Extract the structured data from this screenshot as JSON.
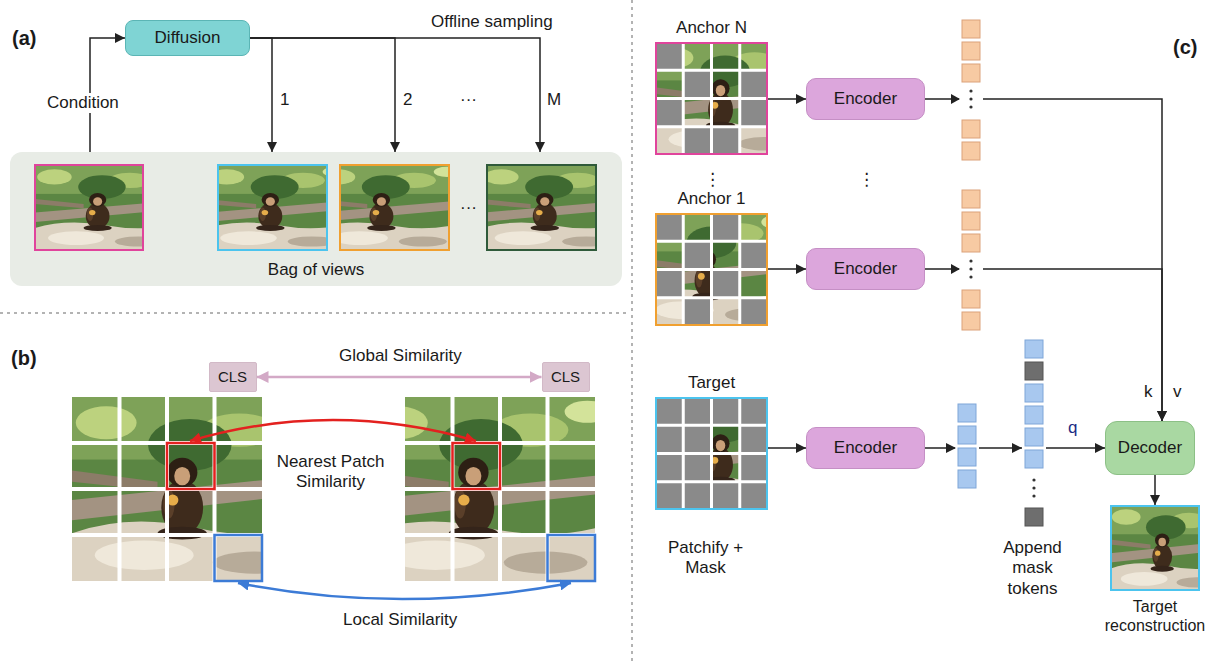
{
  "diagram": {
    "nodes": [
      {
        "text": [
          "Diffusion"
        ]
      },
      {
        "text": [
          "Bag of views"
        ]
      },
      {
        "text": [
          "CLS"
        ]
      },
      {
        "text": [
          "CLS"
        ]
      },
      {
        "text": [
          "Anchor N"
        ]
      },
      {
        "text": [
          "Encoder"
        ]
      },
      {
        "text": [
          "Anchor 1"
        ]
      },
      {
        "text": [
          "Encoder"
        ]
      },
      {
        "text": [
          "Target"
        ]
      },
      {
        "text": [
          "Encoder"
        ]
      },
      {
        "text": [
          "Decoder"
        ]
      },
      {
        "text": [
          "Target reconstruction"
        ]
      }
    ],
    "edges": [
      {
        "from": 1,
        "to": 0,
        "label": "Condition",
        "arrow": "to"
      },
      {
        "from": 0,
        "to": 1,
        "label": "1",
        "arrow": "to"
      },
      {
        "from": 0,
        "to": 1,
        "label": "2",
        "arrow": "to"
      },
      {
        "from": 0,
        "to": 1,
        "label": "M",
        "arrow": "to"
      },
      {
        "from": 2,
        "to": 3,
        "label": "Global Similarity",
        "arrow": "both"
      },
      {
        "from": 4,
        "to": 5,
        "arrow": "to"
      },
      {
        "from": 6,
        "to": 7,
        "arrow": "to"
      },
      {
        "from": 8,
        "to": 9,
        "arrow": "to"
      },
      {
        "from": 5,
        "to": 10,
        "arrow": "to"
      },
      {
        "from": 7,
        "to": 10,
        "arrow": "to"
      },
      {
        "from": 9,
        "to": 10,
        "label": "q",
        "arrow": "to"
      },
      {
        "from": 10,
        "to": 11,
        "arrow": "to"
      }
    ],
    "labels": [
      "(a)",
      "Offline sampling",
      "···",
      "···",
      "(b)",
      "Nearest Patch Similarity",
      "Local Similarity",
      "(c)",
      "⋮",
      "⋮",
      "k",
      "v",
      "Patchify + Mask",
      "Append mask tokens"
    ]
  }
}
